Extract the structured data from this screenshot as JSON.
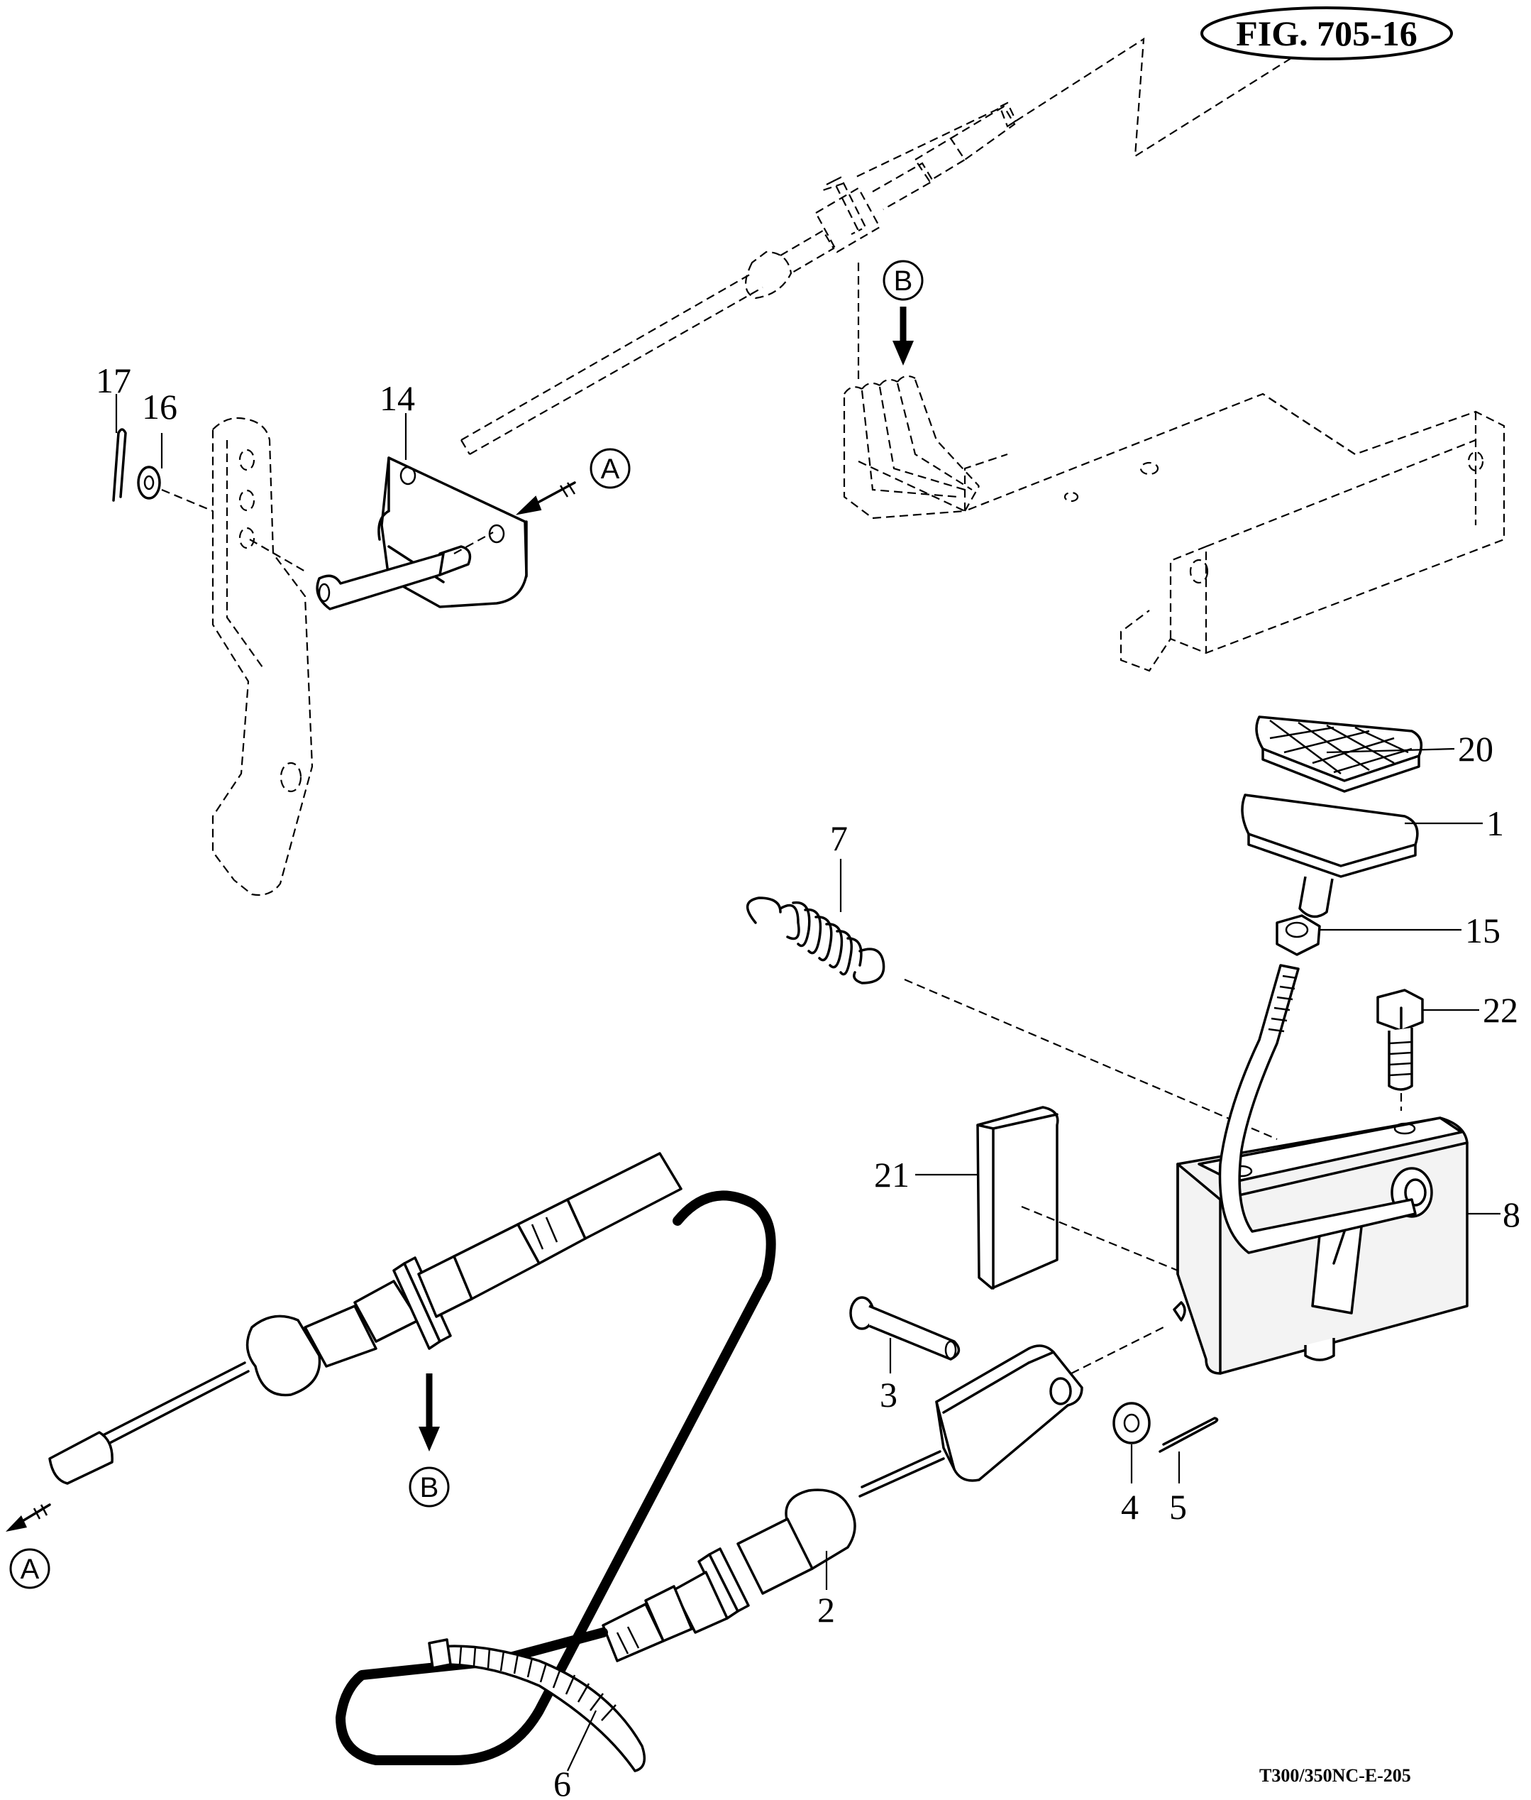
{
  "figure": {
    "label": "FIG. 705-16"
  },
  "document_code": "T300/350NC-E-205",
  "view_markers": {
    "a": "A",
    "b": "B"
  },
  "callouts": {
    "p1": "1",
    "p2": "2",
    "p3": "3",
    "p4": "4",
    "p5": "5",
    "p6": "6",
    "p7": "7",
    "p8": "8",
    "p14": "14",
    "p15": "15",
    "p16": "16",
    "p17": "17",
    "p20": "20",
    "p21": "21",
    "p22": "22"
  },
  "icons": [
    "view-arrow-icon",
    "cotter-pin-icon",
    "washer-icon",
    "spring-icon",
    "nut-icon",
    "bolt-icon"
  ]
}
